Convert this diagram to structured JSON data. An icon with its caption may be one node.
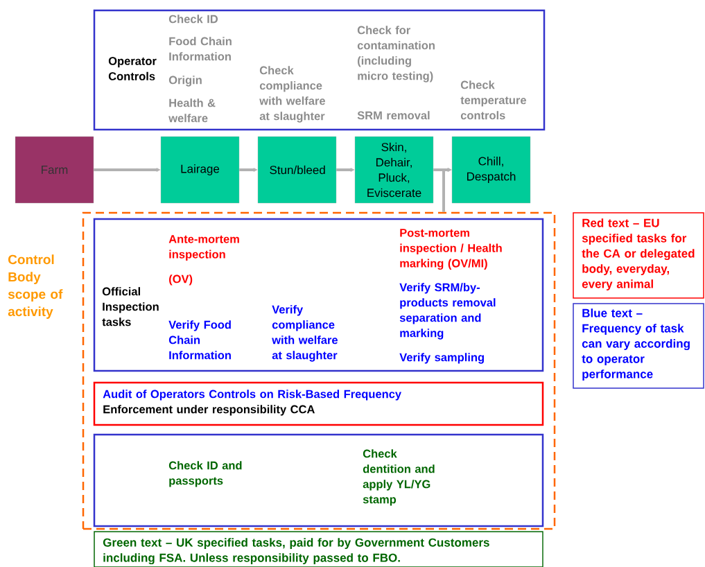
{
  "diagram": {
    "nodes": [
      {
        "text": [
          "Operator Controls",
          "Check ID",
          "Food Chain Information",
          "Origin",
          "Health & welfare",
          "Check compliance with welfare at slaughter",
          "Check for contamination (including micro testing)",
          "SRM removal",
          "Check temperature controls"
        ]
      },
      {
        "text": [
          "Farm"
        ]
      },
      {
        "text": [
          "Lairage"
        ]
      },
      {
        "text": [
          "Stun/bleed"
        ]
      },
      {
        "text": [
          "Skin, Dehair, Pluck, Eviscerate"
        ]
      },
      {
        "text": [
          "Chill, Despatch"
        ]
      },
      {
        "text": [
          "Control Body scope of activity"
        ]
      },
      {
        "text": [
          "Official Inspection tasks",
          "Ante-mortem inspection",
          "(OV)",
          "Verify Food Chain Information",
          "Verify compliance with welfare at slaughter",
          "Post-mortem inspection / Health marking (OV/MI)",
          "Verify SRM/by-products removal separation and marking",
          "Verify sampling"
        ],
        "in": 6
      },
      {
        "text": [
          "Audit of Operators Controls on Risk-Based Frequency",
          "Enforcement under responsibility CCA"
        ],
        "in": 6
      },
      {
        "text": [
          "Check ID and passports",
          "Check dentition and apply YL/YG stamp"
        ],
        "in": 6
      },
      {
        "text": [
          "Red text – EU specified tasks for the CA or delegated body, everyday, every animal"
        ]
      },
      {
        "text": [
          "Blue text – Frequency of task can vary according to operator performance"
        ]
      },
      {
        "text": [
          "Green text – UK specified tasks, paid for by Government Customers including FSA.  Unless responsibility passed to FBO."
        ]
      }
    ],
    "edges": [
      {
        "from": 1,
        "to": 2,
        "arrow": "to"
      },
      {
        "from": 2,
        "to": 3,
        "arrow": "to"
      },
      {
        "from": 3,
        "to": 4,
        "arrow": "to"
      },
      {
        "from": 4,
        "to": 5,
        "arrow": "to"
      },
      {
        "from": 6,
        "to": 5,
        "arrow": "to"
      }
    ]
  }
}
